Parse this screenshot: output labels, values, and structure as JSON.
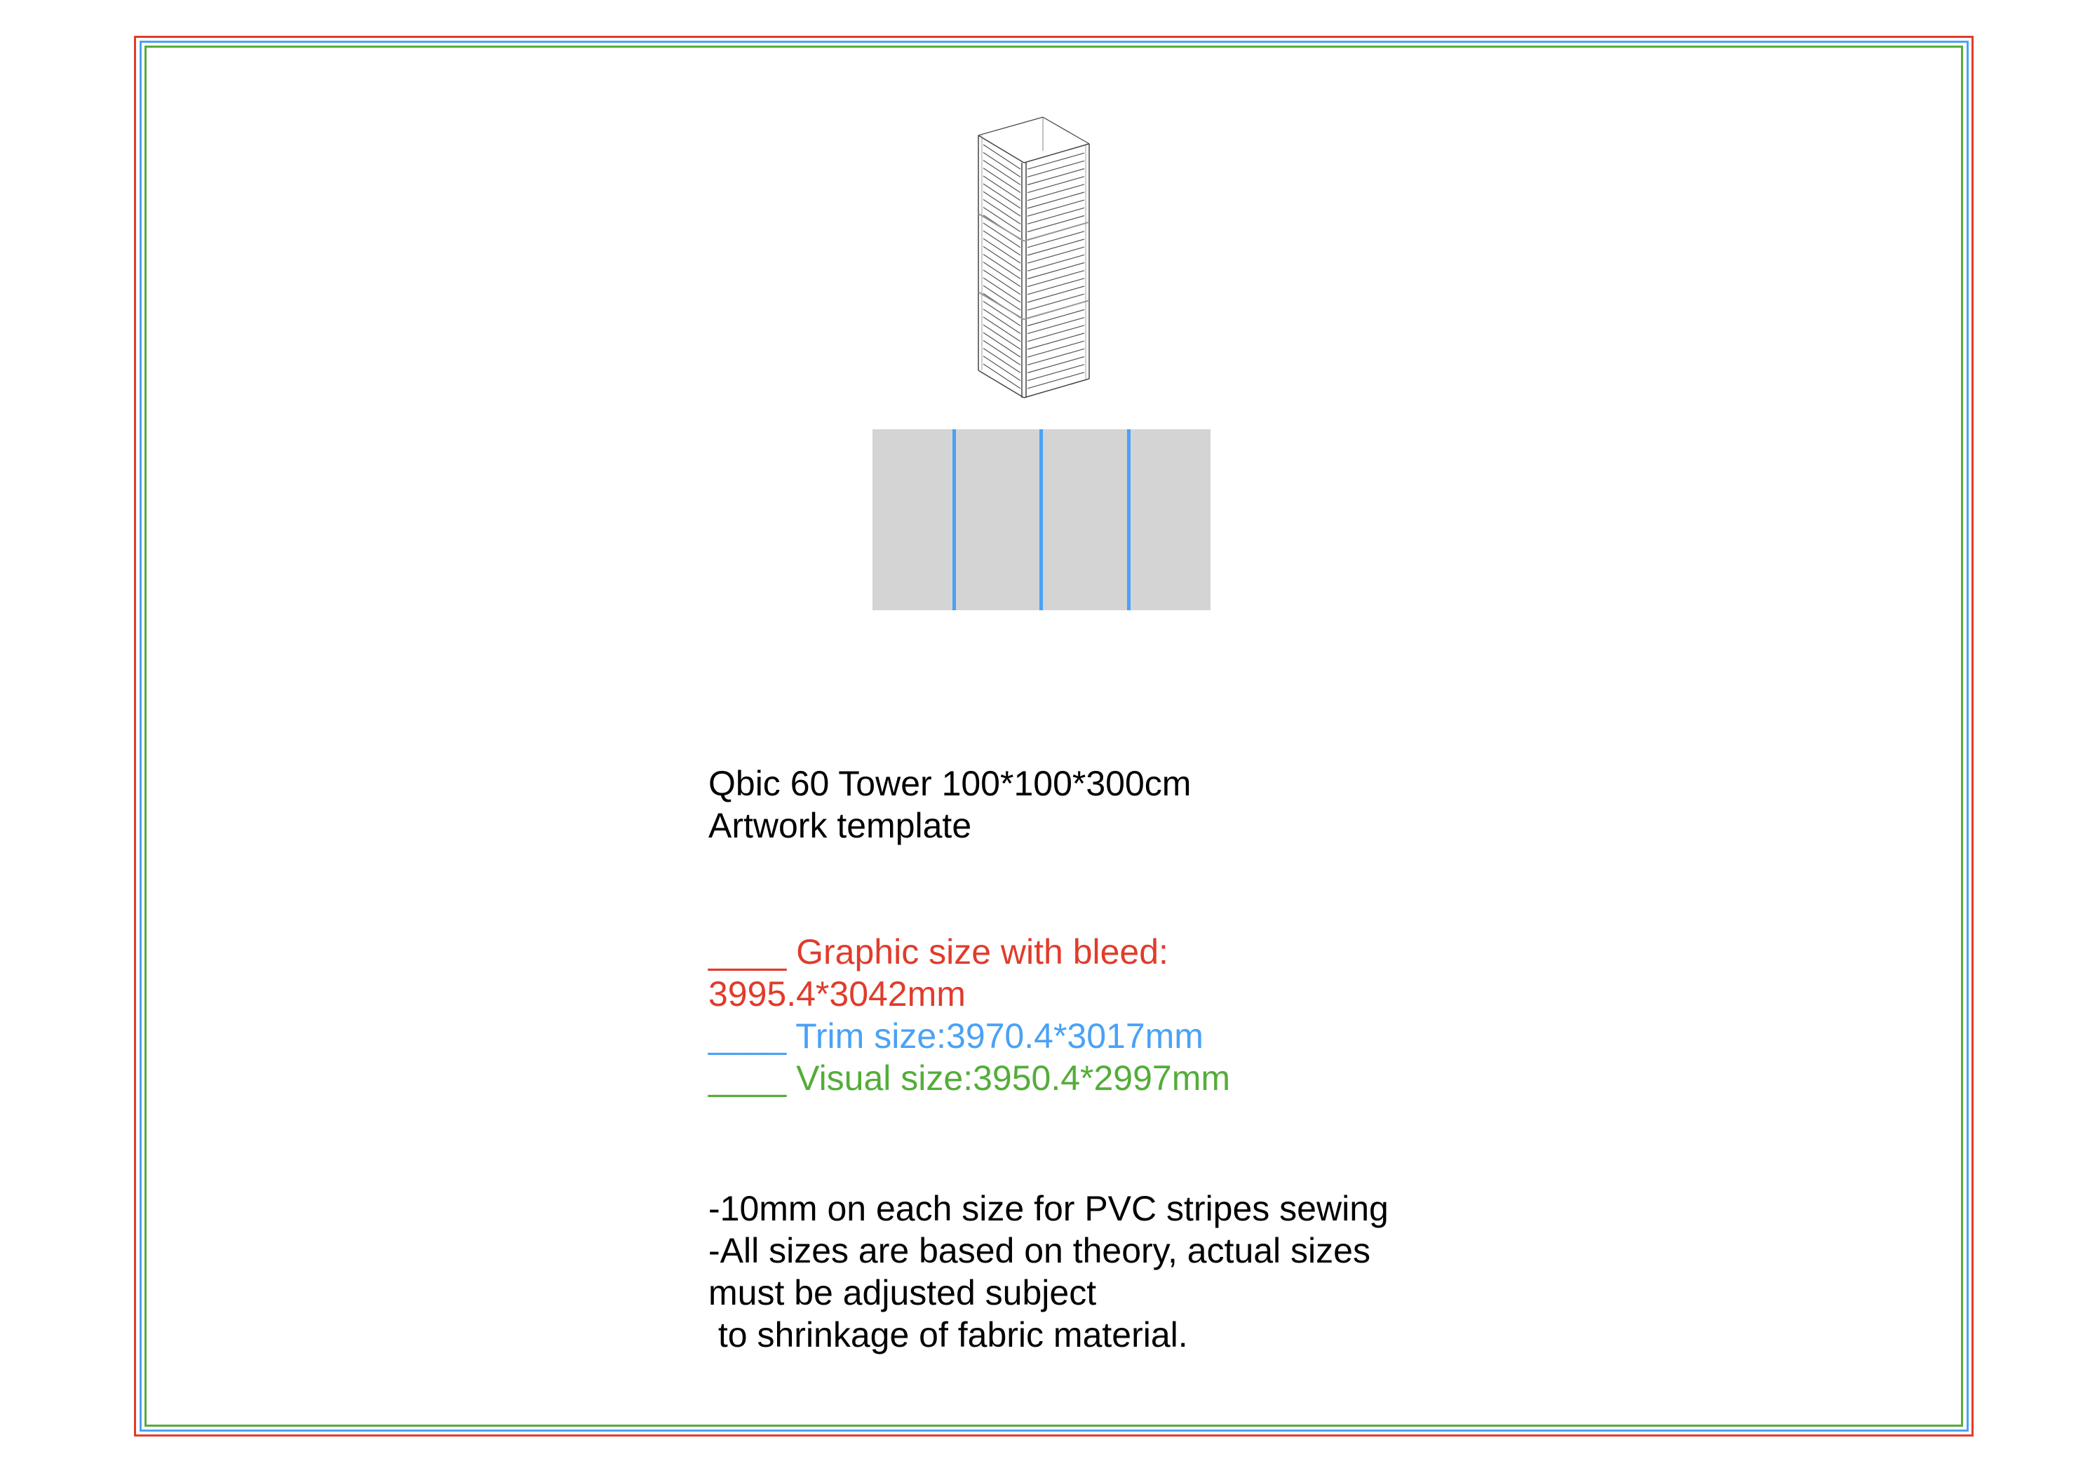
{
  "colors": {
    "bleed": "#e03c2c",
    "trim": "#4aa2f5",
    "visual": "#54ad3a",
    "panel": "#d4d4d4"
  },
  "title": {
    "line1": "Qbic 60 Tower 100*100*300cm",
    "line2": "Artwork template"
  },
  "legend": {
    "bleed_line1": "____ Graphic size with bleed:",
    "bleed_line2": "3995.4*3042mm",
    "trim": "____ Trim size:3970.4*3017mm",
    "visual": "____ Visual size:3950.4*2997mm"
  },
  "notes": [
    "-10mm on each size for PVC stripes sewing",
    "-All sizes are based on theory, actual sizes",
    "must be adjusted subject",
    " to shrinkage of fabric material."
  ],
  "flat_layout": {
    "panels": 4
  }
}
